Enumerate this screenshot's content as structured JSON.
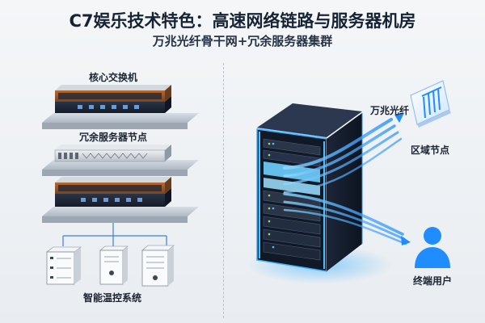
{
  "header": {
    "title": "C7娱乐技术特色：高速网络链路与服务器机房",
    "subtitle": "万兆光纤骨干网+冗余服务器集群"
  },
  "left_panel": {
    "core_switch_label": "核心交换机",
    "redundant_node_label": "冗余服务器节点",
    "cooling_label": "智能温控系统"
  },
  "right_panel": {
    "fiber_label": "万兆光纤",
    "region_node_label": "区域节点",
    "end_user_label": "终端用户"
  },
  "colors": {
    "accent_blue": "#1f8cff",
    "server_copper": "#9a5a2c",
    "rack_dark": "#1a2333",
    "glow": "#3db2ff"
  }
}
